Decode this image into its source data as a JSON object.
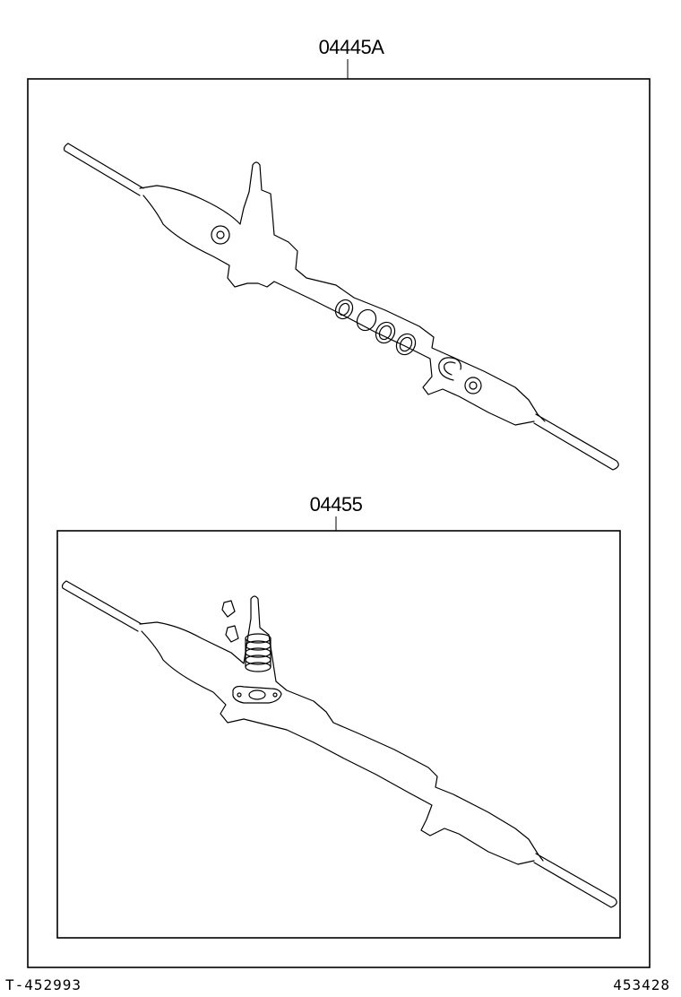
{
  "diagram": {
    "outer_kit": {
      "part_number": "04445A"
    },
    "inner_kit": {
      "part_number": "04455"
    },
    "footer": {
      "left_code": "T-452993",
      "right_code": "453428"
    }
  }
}
